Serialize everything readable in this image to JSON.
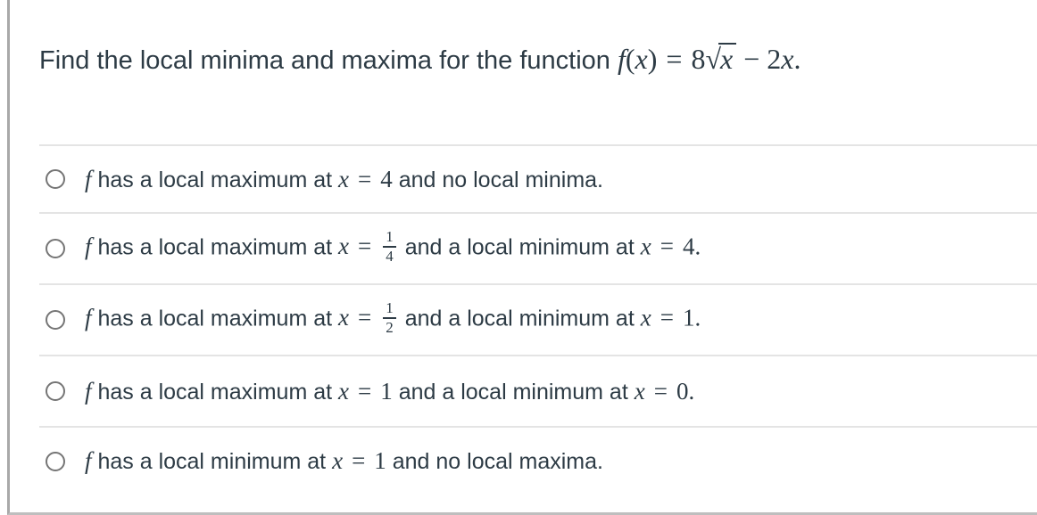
{
  "theme": {
    "text_color": "#2D3B45",
    "divider_color": "#E4E4E4",
    "left_border_color": "#A9A9A9",
    "bottom_border_color": "#BEBEBE",
    "radio_border_color": "#757575"
  },
  "question": {
    "text": "Find the local minima and maxima for the function",
    "formula": {
      "func": "f",
      "lparen": "(",
      "var": "x",
      "rparen": ")",
      "equals": "=",
      "coefficient": "8",
      "radical": "√",
      "radicand": "x",
      "minus": "−",
      "coefficient2": "2",
      "var2": "x",
      "period": "."
    }
  },
  "options": [
    {
      "f": "f",
      "segment1": "has a local maximum at",
      "var1": "x",
      "eq1": "=",
      "value1": "4",
      "segment2": "and no local minima."
    },
    {
      "f": "f",
      "segment1": "has a local maximum at",
      "var1": "x",
      "eq1": "=",
      "frac": {
        "numerator": "1",
        "denominator": "4"
      },
      "segment2": "and a local minimum at",
      "var2": "x",
      "eq2": "=",
      "value2": "4."
    },
    {
      "f": "f",
      "segment1": "has a local maximum at",
      "var1": "x",
      "eq1": "=",
      "frac": {
        "numerator": "1",
        "denominator": "2"
      },
      "segment2": "and a local minimum at",
      "var2": "x",
      "eq2": "=",
      "value2": "1."
    },
    {
      "f": "f",
      "segment1": "has a local maximum at",
      "var1": "x",
      "eq1": "=",
      "value1": "1",
      "segment2": "and a local minimum at",
      "var2": "x",
      "eq2": "=",
      "value2": "0."
    },
    {
      "f": "f",
      "segment1": "has a local minimum at",
      "var1": "x",
      "eq1": "=",
      "value1": "1",
      "segment2": "and no local maxima."
    }
  ]
}
